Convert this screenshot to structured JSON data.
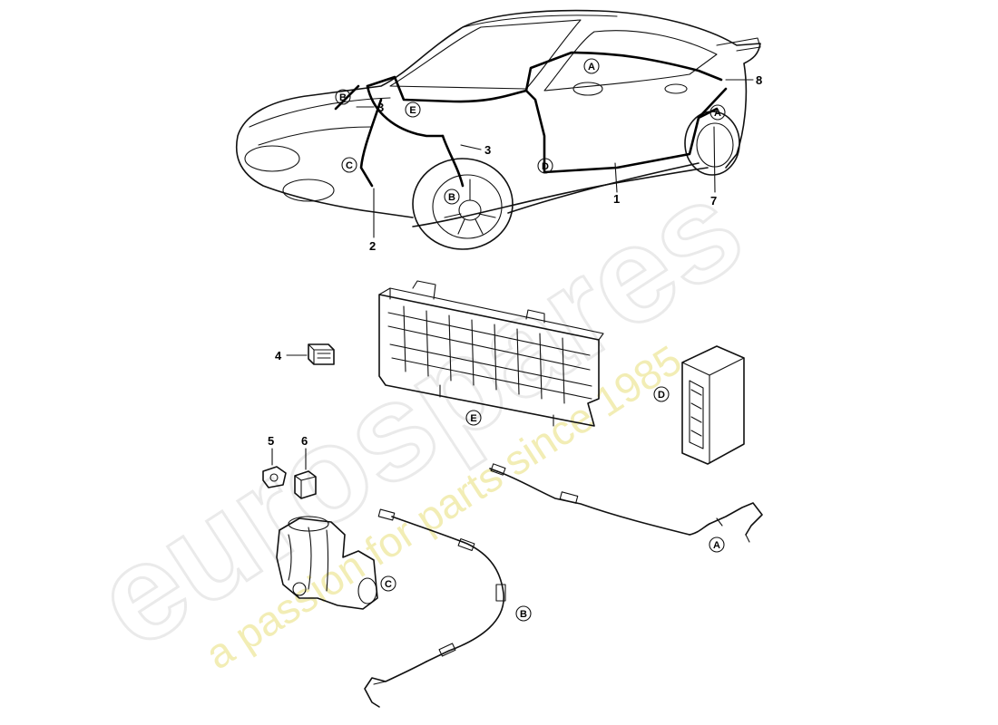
{
  "watermark": {
    "brand": "eurospares",
    "tagline": "a passion for parts since 1985",
    "brand_color": "#d9d9d9",
    "tagline_color": "#e8e07a"
  },
  "callouts": {
    "part_1": "1",
    "part_2": "2",
    "part_3a": "3",
    "part_3b": "3",
    "part_4": "4",
    "part_5": "5",
    "part_6": "6",
    "part_7": "7",
    "part_8": "8"
  },
  "letters": {
    "car_A_roof": "A",
    "car_A_rear": "A",
    "car_B_front": "B",
    "car_B_wheel": "B",
    "car_C": "C",
    "car_D": "D",
    "car_E": "E",
    "fuse_panel_E": "E",
    "control_unit_D": "D",
    "sensor_A": "A",
    "abs_unit_C": "C",
    "sensor_B": "B"
  }
}
